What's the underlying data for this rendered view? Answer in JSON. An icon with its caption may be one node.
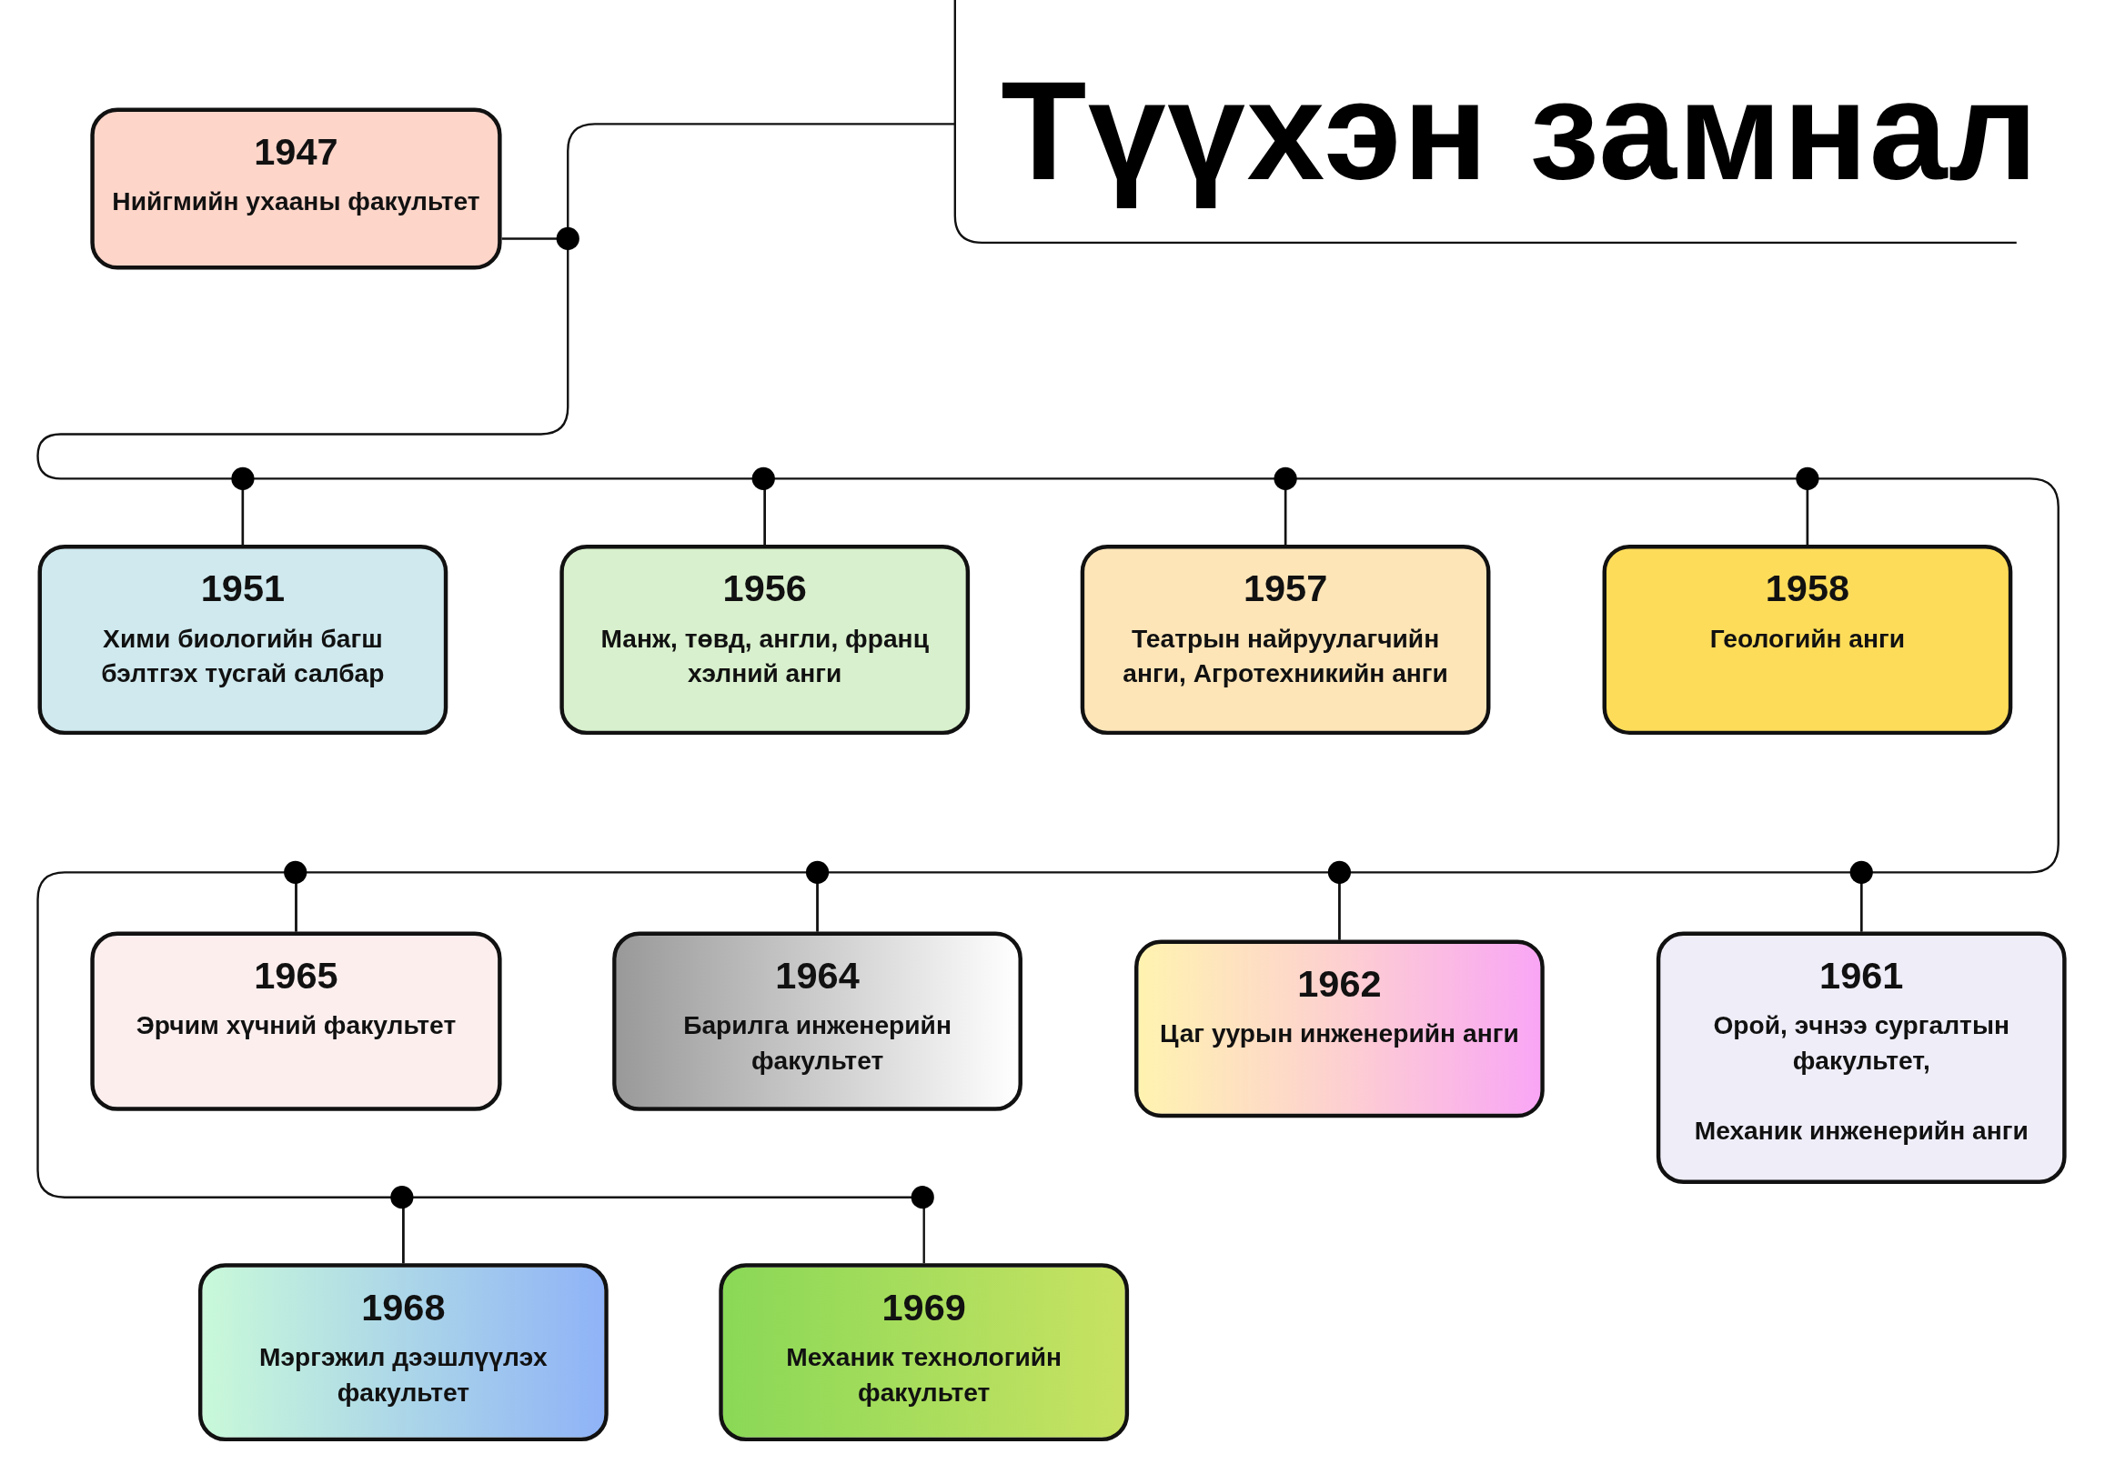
{
  "diagram": {
    "title": "Түүхэн замнал",
    "nodes": [
      {
        "text": [
          "1947",
          "Нийгмийн ухааны факультет"
        ]
      },
      {
        "text": [
          "1951",
          "Хими биологийн багш бэлтгэх тусгай салбар"
        ]
      },
      {
        "text": [
          "1956",
          "Манж, төвд, англи, франц хэлний анги"
        ]
      },
      {
        "text": [
          "1957",
          "Театрын найруулагчийн анги, Агротехникийн анги"
        ]
      },
      {
        "text": [
          "1958",
          "Геологийн анги"
        ]
      },
      {
        "text": [
          "1961",
          "Орой, эчнээ сургалтын факультет,",
          "Механик инженерийн анги"
        ]
      },
      {
        "text": [
          "1962",
          "Цаг уурын инженерийн анги"
        ]
      },
      {
        "text": [
          "1964",
          "Барилга инженерийн факультет"
        ]
      },
      {
        "text": [
          "1965",
          "Эрчим хүчний факультет"
        ]
      },
      {
        "text": [
          "1968",
          "Мэргэжил дээшлүүлэх факультет"
        ]
      },
      {
        "text": [
          "1969",
          "Механик технологийн факультет"
        ]
      }
    ],
    "edges": [
      {
        "from": 0,
        "to": 1,
        "arrow": "none"
      },
      {
        "from": 1,
        "to": 2,
        "arrow": "none"
      },
      {
        "from": 2,
        "to": 3,
        "arrow": "none"
      },
      {
        "from": 3,
        "to": 4,
        "arrow": "none"
      },
      {
        "from": 4,
        "to": 5,
        "arrow": "none"
      },
      {
        "from": 5,
        "to": 6,
        "arrow": "none"
      },
      {
        "from": 6,
        "to": 7,
        "arrow": "none"
      },
      {
        "from": 7,
        "to": 8,
        "arrow": "none"
      },
      {
        "from": 8,
        "to": 9,
        "arrow": "none"
      },
      {
        "from": 9,
        "to": 10,
        "arrow": "none"
      }
    ]
  }
}
